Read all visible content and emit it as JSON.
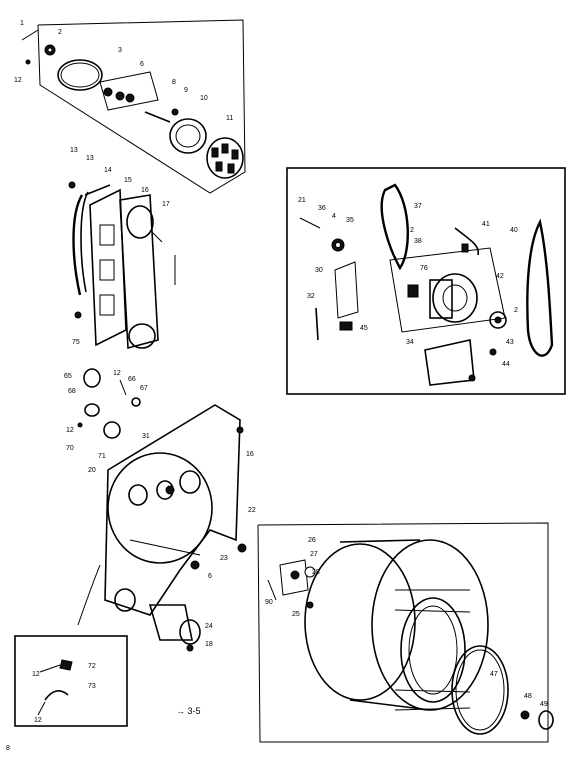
{
  "diagram": {
    "callouts": {
      "c1": "1",
      "c2": "2",
      "c3": "3",
      "c6": "6",
      "c8": "8",
      "c9": "9",
      "c10": "10",
      "c11": "11",
      "c12a": "12",
      "c13a": "13",
      "c13b": "13",
      "c14": "14",
      "c15": "15",
      "c16": "16",
      "c17": "17",
      "c75": "75",
      "c21": "21",
      "c36": "36",
      "c4": "4",
      "c35": "35",
      "c37": "37",
      "c2b": "2",
      "c38": "38",
      "c41": "41",
      "c40": "40",
      "c30": "30",
      "c32": "32",
      "c76": "76",
      "c42": "42",
      "c2c": "2",
      "c45": "45",
      "c34": "34",
      "c43": "43",
      "c44": "44",
      "c65": "65",
      "c12b": "12",
      "c66": "66",
      "c67": "67",
      "c68": "68",
      "c12c": "12",
      "c70": "70",
      "c71": "71",
      "c31": "31",
      "c16b": "16",
      "c20": "20",
      "c23": "23",
      "c6b": "6",
      "c24": "24",
      "c18": "18",
      "c22": "22",
      "c26": "26",
      "c27": "27",
      "c28": "28",
      "c90": "90",
      "c25": "25",
      "c47": "47",
      "c48": "48",
      "c49": "49",
      "c72": "72",
      "c12d": "12",
      "c73": "73",
      "c12e": "12"
    },
    "page_ref": "→ 3-5",
    "corner_mark": "8"
  }
}
